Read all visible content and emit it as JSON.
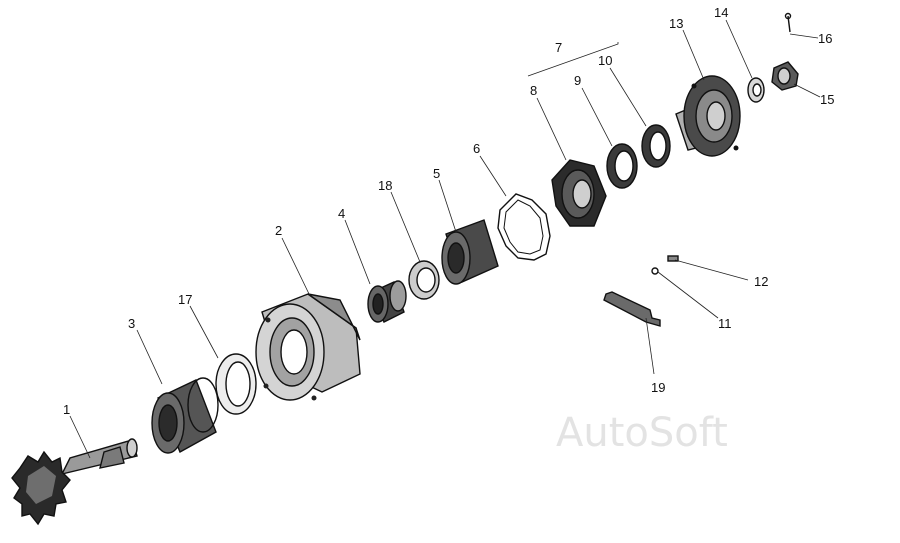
{
  "watermark": "AutoSoft",
  "colors": {
    "ink": "#111111",
    "dark": "#3a3a3a",
    "mid": "#8a8a8a",
    "light": "#d6d6d6",
    "paper": "#ffffff"
  },
  "callouts": {
    "1": "1",
    "2": "2",
    "3": "3",
    "4": "4",
    "5": "5",
    "6": "6",
    "7": "7",
    "8": "8",
    "9": "9",
    "10": "10",
    "11": "11",
    "12": "12",
    "13": "13",
    "14": "14",
    "15": "15",
    "16": "16",
    "17": "17",
    "18": "18",
    "19": "19"
  }
}
